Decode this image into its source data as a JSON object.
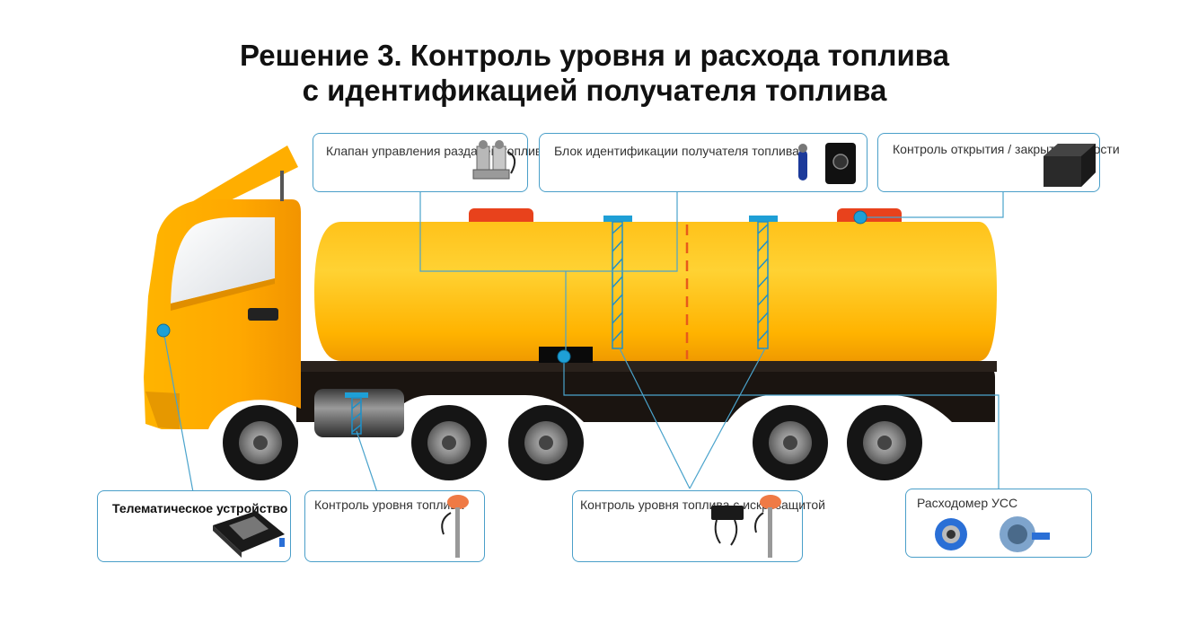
{
  "title": {
    "line1": "Решение 3. Контроль уровня и расхода топлива",
    "line2": "с идентификацией получателя топлива"
  },
  "callouts": {
    "valve": "Клапан управления\nраздачей топлива",
    "identification": "Блок идентификации получателя\nтоплива",
    "lid": "Контроль\nоткрытия / закрытия\nёмкости",
    "telematics": "Телематическое\nустройство",
    "level_tank": "Контроль уровня\nтоплива",
    "level_safe": "Контроль уровня\nтоплива\nс искрозащитой",
    "flowmeter": "Расходомер УСС"
  },
  "colors": {
    "accent_line": "#4aa3cc",
    "sensor_dot": "#1ea0d6",
    "tank_main": "#ffb000",
    "cab_main": "#ffaa00",
    "lid_red": "#e8421c",
    "chassis": "#1a1410"
  }
}
